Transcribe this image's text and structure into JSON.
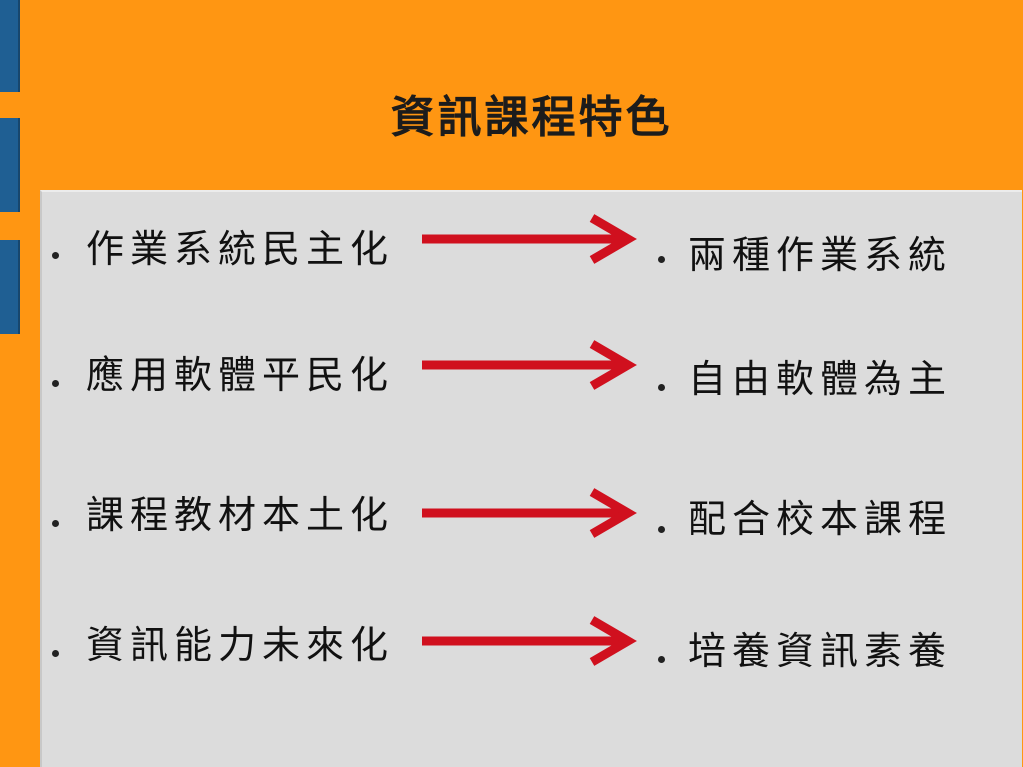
{
  "slide": {
    "title": "資訊課程特色",
    "rows": [
      {
        "left": "作業系統民主化",
        "right": "兩種作業系統"
      },
      {
        "left": "應用軟體平民化",
        "right": "自由軟體為主"
      },
      {
        "left": "課程教材本土化",
        "right": "配合校本課程"
      },
      {
        "left": "資訊能力未來化",
        "right": "培養資訊素養"
      }
    ]
  },
  "colors": {
    "background": "#FF9612",
    "panel": "#DCDCDC",
    "side_tabs": "#1F5F93",
    "arrow": "#D0101E"
  },
  "icons": {
    "arrow": "right-arrow-icon",
    "bullet": "bullet-icon"
  }
}
